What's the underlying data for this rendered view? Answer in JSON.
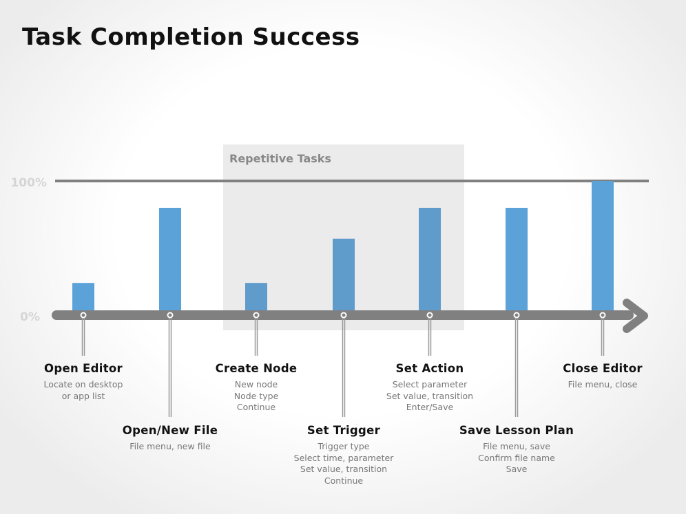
{
  "chart_data": {
    "type": "bar",
    "title": "Task Completion Success",
    "y_ticks": [
      "0%",
      "100%"
    ],
    "ylim": [
      0,
      100
    ],
    "grid": false,
    "highlight_region": {
      "label": "Repetitive Tasks",
      "from_category": "Create Node",
      "to_category": "Set Action"
    },
    "categories": [
      "Open Editor",
      "Open/New File",
      "Create Node",
      "Set Trigger",
      "Set Action",
      "Save Lesson Plan",
      "Close Editor"
    ],
    "descriptions": [
      [
        "Locate on desktop",
        "or app list"
      ],
      [
        "File menu, new file"
      ],
      [
        "New node",
        "Node type",
        "Continue"
      ],
      [
        "Trigger type",
        "Select time, parameter",
        "Set value, transition",
        "Continue"
      ],
      [
        "Select parameter",
        "Set value, transition",
        "Enter/Save"
      ],
      [
        "File menu, save",
        "Confirm file name",
        "Save"
      ],
      [
        "File menu, close"
      ]
    ],
    "values": [
      24,
      80,
      24,
      57,
      80,
      80,
      100
    ]
  },
  "colors": {
    "bar": "#5ba2d8",
    "bar_highlighted": "#5f9bcb",
    "axis": "#808080",
    "region": "#ebebeb"
  }
}
